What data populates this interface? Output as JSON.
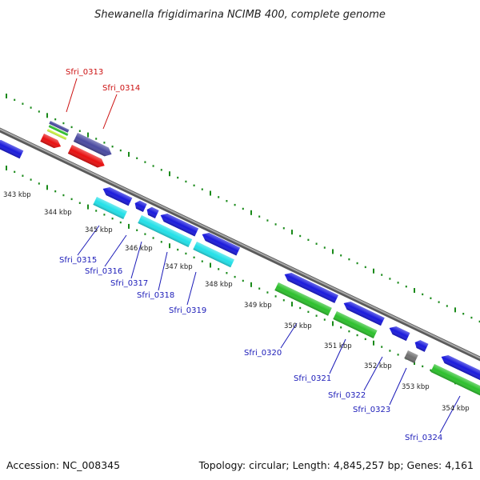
{
  "title": "Shewanella frigidimarina NCIMB 400, complete genome",
  "footer": {
    "accession": "Accession: NC_008345",
    "summary": "Topology: circular; Length: 4,845,257 bp; Genes: 4,161"
  },
  "colors": {
    "backbone": "#7a7a7a",
    "tick_green": "#1a8a1a",
    "label_red": "#cc1111",
    "label_blue": "#1a1ab8",
    "blue": "#1a1adc",
    "cyan": "#22e0e8",
    "green": "#2cc02c",
    "red": "#e81010",
    "purple": "#4a4aa0",
    "gray": "#707070"
  },
  "scale_labels": [
    "343 kbp",
    "344 kbp",
    "345 kbp",
    "346 kbp",
    "347 kbp",
    "348 kbp",
    "349 kbp",
    "350 kbp",
    "351 kbp",
    "352 kbp",
    "353 kbp",
    "354 kbp"
  ],
  "gene_labels_forward": [
    "Sfri_0313",
    "Sfri_0314"
  ],
  "gene_labels_reverse": [
    "Sfri_0315",
    "Sfri_0316",
    "Sfri_0317",
    "Sfri_0318",
    "Sfri_0319",
    "Sfri_0320",
    "Sfri_0321",
    "Sfri_0322",
    "Sfri_0323",
    "Sfri_0324"
  ]
}
